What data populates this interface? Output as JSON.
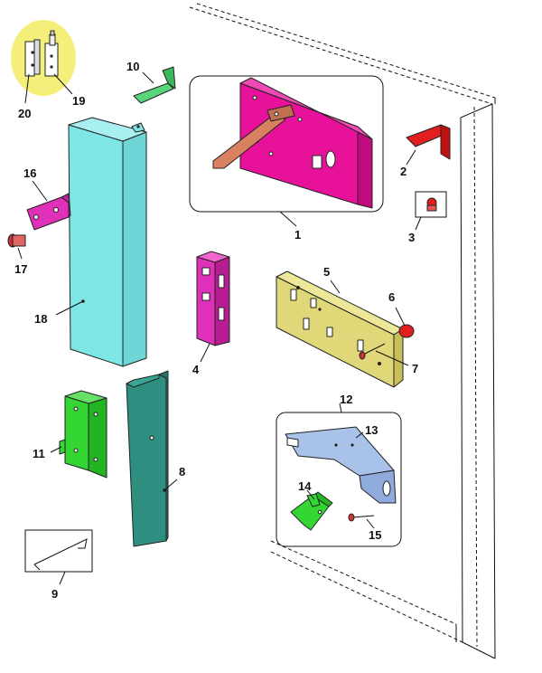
{
  "diagram": {
    "colors": {
      "cyan_panel": "#7fe6e6",
      "magenta": "#e02fb8",
      "pink_bracket": "#e8119a",
      "copper": "#d98060",
      "red": "#e21f1f",
      "green": "#33d633",
      "mint_green": "#5ad67a",
      "teal": "#2e8f80",
      "khaki": "#ece89a",
      "light_blue": "#a8c2ea",
      "yellow_highlight": "#f4ef7a"
    },
    "parts": [
      {
        "id": "1",
        "label": "1"
      },
      {
        "id": "2",
        "label": "2"
      },
      {
        "id": "3",
        "label": "3"
      },
      {
        "id": "4",
        "label": "4"
      },
      {
        "id": "5",
        "label": "5"
      },
      {
        "id": "6",
        "label": "6"
      },
      {
        "id": "7",
        "label": "7"
      },
      {
        "id": "8",
        "label": "8"
      },
      {
        "id": "9",
        "label": "9"
      },
      {
        "id": "10",
        "label": "10"
      },
      {
        "id": "11",
        "label": "11"
      },
      {
        "id": "12",
        "label": "12"
      },
      {
        "id": "13",
        "label": "13"
      },
      {
        "id": "14",
        "label": "14"
      },
      {
        "id": "15",
        "label": "15"
      },
      {
        "id": "16",
        "label": "16"
      },
      {
        "id": "17",
        "label": "17"
      },
      {
        "id": "18",
        "label": "18"
      },
      {
        "id": "19",
        "label": "19"
      },
      {
        "id": "20",
        "label": "20"
      }
    ]
  }
}
